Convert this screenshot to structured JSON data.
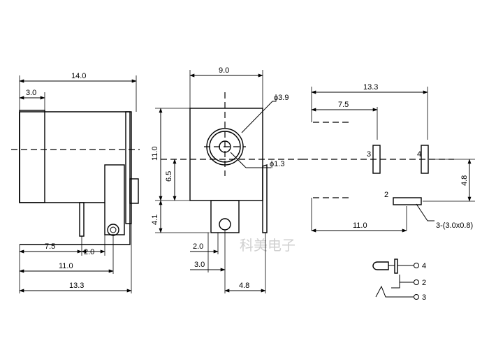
{
  "dimensions": {
    "side_width": "14.0",
    "side_front": "3.0",
    "side_pin1": "7.5",
    "side_pin2": "2.0",
    "side_pin3": "11.0",
    "side_total": "13.3",
    "front_width": "9.0",
    "front_height": "11.0",
    "front_center": "6.5",
    "front_pin_height": "4.1",
    "hole_outer": "ϕ3.9",
    "hole_inner": "ϕ1.3",
    "front_pin_w": "2.0",
    "front_pin_offset": "3.0",
    "front_pin_side": "4.8",
    "foot_total": "13.3",
    "foot_pin": "7.5",
    "foot_offset": "11.0",
    "foot_vert": "4.8",
    "pad_size": "3-(3.0x0.8)"
  },
  "pin_labels": {
    "p3": "3",
    "p4": "4",
    "p2": "2"
  },
  "schematic": {
    "n4": "4",
    "n2": "2",
    "n3": "3"
  },
  "watermark": "科美电子"
}
